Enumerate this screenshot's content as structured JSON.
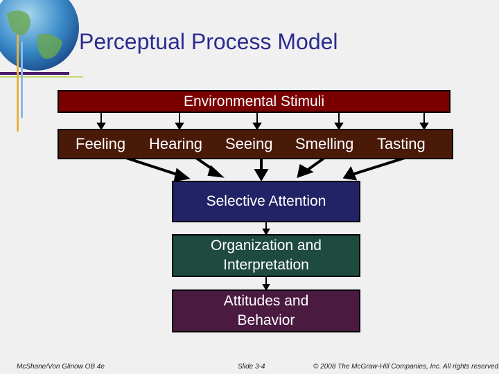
{
  "title": "Perceptual Process Model",
  "stimuli": "Environmental Stimuli",
  "senses": [
    "Feeling",
    "Hearing",
    "Seeing",
    "Smelling",
    "Tasting"
  ],
  "attention": "Selective Attention",
  "organization": [
    "Organization and",
    "Interpretation"
  ],
  "behavior": [
    "Attitudes and",
    "Behavior"
  ],
  "footer": {
    "left": "McShane/Von Glinow OB 4e",
    "center": "Slide 3-4",
    "right": "© 2008 The McGraw-Hill Companies, Inc. All rights reserved."
  },
  "colors": {
    "title": "#2b2b8f",
    "stimuli": "#7a0000",
    "senses": "#4a1a08",
    "attention": "#222266",
    "organization": "#1f4a40",
    "behavior": "#4a1a40"
  }
}
